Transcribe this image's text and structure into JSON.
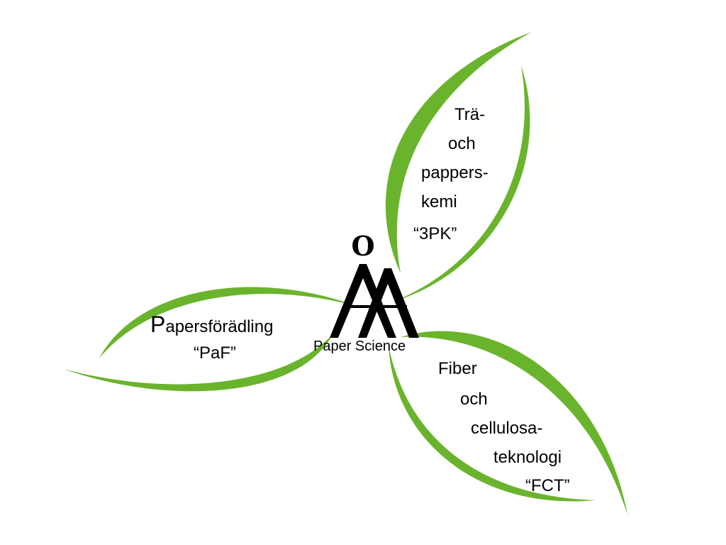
{
  "colors": {
    "leaf": "#6ab42d",
    "text": "#000000",
    "background": "#ffffff"
  },
  "logo": {
    "mark": "ÅA",
    "ring": "O",
    "caption": "Paper Science"
  },
  "leaves": {
    "top": {
      "lines": [
        "Trä-",
        "och",
        "pappers-",
        "kemi",
        "“3PK”"
      ]
    },
    "left": {
      "first_letter": "P",
      "rest": "apersförädling",
      "abbr": "“PaF”"
    },
    "bottom": {
      "lines": [
        "Fiber",
        "och",
        "cellulosa-",
        "teknologi",
        "“FCT”"
      ]
    }
  }
}
